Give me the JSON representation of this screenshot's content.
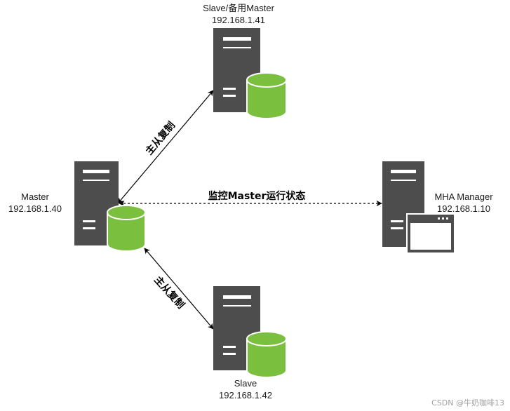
{
  "nodes": {
    "master": {
      "name": "Master",
      "ip": "192.168.1.40"
    },
    "slave_backup": {
      "name": "Slave/备用Master",
      "ip": "192.168.1.41"
    },
    "slave": {
      "name": "Slave",
      "ip": "192.168.1.42"
    },
    "manager": {
      "name": "MHA Manager",
      "ip": "192.168.1.10"
    }
  },
  "edges": {
    "replication_top": "主从复制",
    "replication_bottom": "主从复制",
    "monitor": "监控Master运行状态"
  },
  "watermark": "CSDN @牛奶咖啡13",
  "colors": {
    "server": "#4d4d4d",
    "database": "#7bbf3f",
    "database_outline": "#ffffff",
    "line": "#000000",
    "window_frame": "#4d4d4d"
  },
  "icons": {
    "server": "server-icon",
    "database": "database-icon",
    "window": "app-window-icon"
  }
}
